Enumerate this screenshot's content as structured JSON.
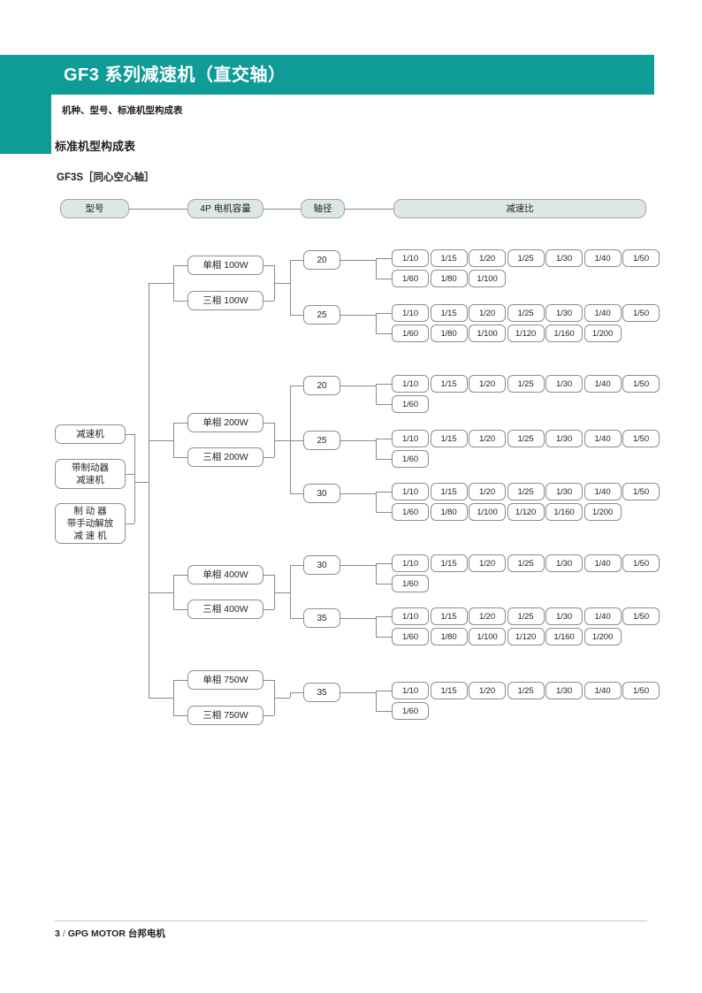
{
  "header": {
    "title": "GF3 系列减速机（直交轴）",
    "subtitle": "机种、型号、标准机型构成表",
    "accent_color": "#0f9b96"
  },
  "section": {
    "title": "标准机型构成表",
    "series_label": "GF3S［同心空心轴］"
  },
  "columns": [
    {
      "label": "型号"
    },
    {
      "label": "4P 电机容量"
    },
    {
      "label": "轴径"
    },
    {
      "label": "减速比"
    }
  ],
  "model_types": [
    {
      "label": "减速机",
      "lines": [
        "减速机"
      ]
    },
    {
      "label": "带制动器 减速机",
      "lines": [
        "带制动器",
        "减速机"
      ]
    },
    {
      "label": "制动器 带手动解放 减速机",
      "lines": [
        "制 动 器",
        "带手动解放",
        "减 速 机"
      ]
    }
  ],
  "capacity_groups": [
    {
      "single_phase": "单相 100W",
      "three_phase": "三相 100W",
      "shafts": [
        {
          "size": "20",
          "ratios_row1": [
            "1/10",
            "1/15",
            "1/20",
            "1/25",
            "1/30",
            "1/40",
            "1/50"
          ],
          "ratios_row2": [
            "1/60",
            "1/80",
            "1/100"
          ]
        },
        {
          "size": "25",
          "ratios_row1": [
            "1/10",
            "1/15",
            "1/20",
            "1/25",
            "1/30",
            "1/40",
            "1/50"
          ],
          "ratios_row2": [
            "1/60",
            "1/80",
            "1/100",
            "1/120",
            "1/160",
            "1/200"
          ]
        }
      ]
    },
    {
      "single_phase": "单相 200W",
      "three_phase": "三相 200W",
      "shafts": [
        {
          "size": "20",
          "ratios_row1": [
            "1/10",
            "1/15",
            "1/20",
            "1/25",
            "1/30",
            "1/40",
            "1/50"
          ],
          "ratios_row2": [
            "1/60"
          ]
        },
        {
          "size": "25",
          "ratios_row1": [
            "1/10",
            "1/15",
            "1/20",
            "1/25",
            "1/30",
            "1/40",
            "1/50"
          ],
          "ratios_row2": [
            "1/60"
          ]
        },
        {
          "size": "30",
          "ratios_row1": [
            "1/10",
            "1/15",
            "1/20",
            "1/25",
            "1/30",
            "1/40",
            "1/50"
          ],
          "ratios_row2": [
            "1/60",
            "1/80",
            "1/100",
            "1/120",
            "1/160",
            "1/200"
          ]
        }
      ]
    },
    {
      "single_phase": "单相 400W",
      "three_phase": "三相 400W",
      "shafts": [
        {
          "size": "30",
          "ratios_row1": [
            "1/10",
            "1/15",
            "1/20",
            "1/25",
            "1/30",
            "1/40",
            "1/50"
          ],
          "ratios_row2": [
            "1/60"
          ]
        },
        {
          "size": "35",
          "ratios_row1": [
            "1/10",
            "1/15",
            "1/20",
            "1/25",
            "1/30",
            "1/40",
            "1/50"
          ],
          "ratios_row2": [
            "1/60",
            "1/80",
            "1/100",
            "1/120",
            "1/160",
            "1/200"
          ]
        }
      ]
    },
    {
      "single_phase": "单相 750W",
      "three_phase": "三相 750W",
      "shafts": [
        {
          "size": "35",
          "ratios_row1": [
            "1/10",
            "1/15",
            "1/20",
            "1/25",
            "1/30",
            "1/40",
            "1/50"
          ],
          "ratios_row2": [
            "1/60"
          ]
        }
      ]
    }
  ],
  "footer": {
    "page": "3",
    "separator": "/",
    "brand": "GPG MOTOR 台邦电机"
  }
}
